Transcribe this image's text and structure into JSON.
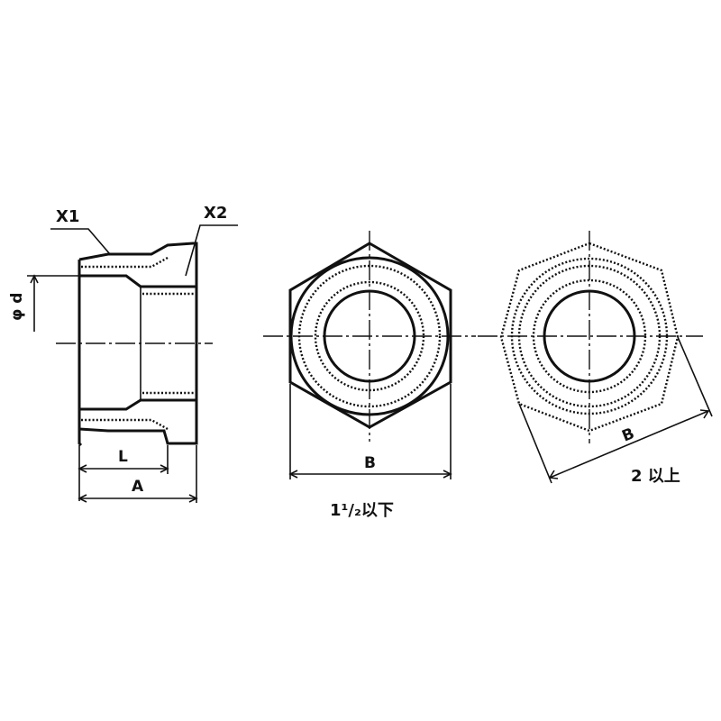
{
  "side_view": {
    "label_x1": "X1",
    "label_x2": "X2",
    "label_phi_d": "φ d",
    "label_L": "L",
    "label_A": "A"
  },
  "hex_small": {
    "label_B": "B",
    "caption": "1¹/₂以下"
  },
  "hex_large": {
    "label_B": "B",
    "caption": "2 以上"
  }
}
